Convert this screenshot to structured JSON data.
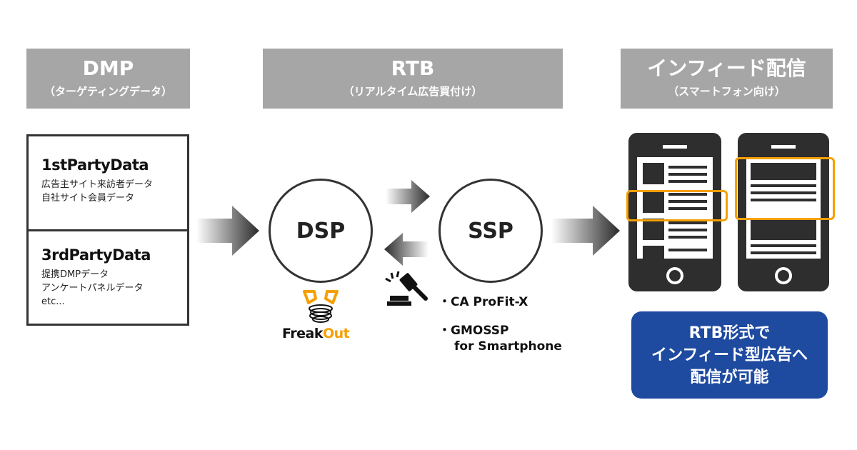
{
  "headers": {
    "dmp": {
      "title": "DMP",
      "subtitle": "（ターゲティングデータ）"
    },
    "rtb": {
      "title": "RTB",
      "subtitle": "（リアルタイム広告買付け）"
    },
    "infeed": {
      "title": "インフィード配信",
      "subtitle": "（スマートフォン向け）"
    }
  },
  "dmp_box": {
    "first": {
      "title": "1stPartyData",
      "lines": [
        "広告主サイト来訪者データ",
        "自社サイト会員データ"
      ]
    },
    "third": {
      "title": "3rdPartyData",
      "lines": [
        "提携DMPデータ",
        "アンケートパネルデータ",
        "etc..."
      ]
    }
  },
  "dsp": {
    "label": "DSP",
    "logo_text_1": "Freak",
    "logo_text_2": "Out"
  },
  "ssp": {
    "label": "SSP",
    "items": [
      "・CA ProFit-X",
      "・GMOSSP",
      "for Smartphone"
    ]
  },
  "cta": {
    "lines": [
      "RTB形式で",
      "インフィード型広告へ",
      "配信が可能"
    ]
  },
  "colors": {
    "header_bg": "#a6a6a6",
    "cta_bg": "#1e4aa0",
    "highlight": "#f5a000",
    "outline": "#333333"
  }
}
